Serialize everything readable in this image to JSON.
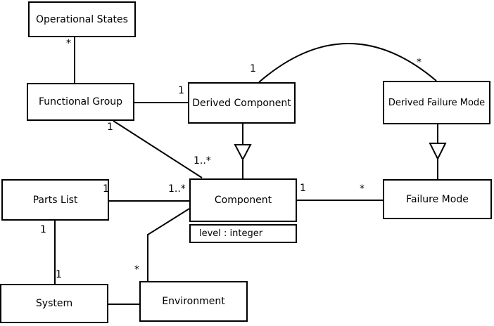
{
  "diagram": {
    "kind": "uml-class-diagram",
    "colors": {
      "background": "#ffffff",
      "line": "#000000",
      "text": "#000000"
    },
    "nodes": {
      "operational_states": {
        "label": "Operational States"
      },
      "functional_group": {
        "label": "Functional Group"
      },
      "derived_component": {
        "label": "Derived Component"
      },
      "derived_failure_mode": {
        "label": "Derived Failure Mode"
      },
      "parts_list": {
        "label": "Parts List"
      },
      "component": {
        "label": "Component",
        "attribute": "level : integer"
      },
      "failure_mode": {
        "label": "Failure Mode"
      },
      "system": {
        "label": "System"
      },
      "environment": {
        "label": "Environment"
      }
    },
    "edges": [
      {
        "from": "Operational States",
        "to": "Functional Group",
        "type": "association",
        "labels": [
          {
            "text": "*",
            "near": "Operational States"
          }
        ]
      },
      {
        "from": "Functional Group",
        "to": "Derived Component",
        "type": "association",
        "labels": [
          {
            "text": "1",
            "near": "Derived Component"
          }
        ]
      },
      {
        "from": "Functional Group",
        "to": "Component",
        "type": "association",
        "labels": [
          {
            "text": "1",
            "near": "Functional Group"
          },
          {
            "text": "1..*",
            "near": "Component"
          }
        ]
      },
      {
        "from": "Derived Component",
        "to": "Component",
        "type": "generalization",
        "labels": []
      },
      {
        "from": "Derived Component",
        "to": "Derived Failure Mode",
        "type": "association",
        "labels": [
          {
            "text": "1",
            "near": "Derived Component"
          },
          {
            "text": "*",
            "near": "Derived Failure Mode"
          }
        ]
      },
      {
        "from": "Derived Failure Mode",
        "to": "Failure Mode",
        "type": "generalization",
        "labels": []
      },
      {
        "from": "Parts List",
        "to": "Component",
        "type": "association",
        "labels": [
          {
            "text": "1",
            "near": "Parts List"
          },
          {
            "text": "1..*",
            "near": "Component"
          }
        ]
      },
      {
        "from": "Component",
        "to": "Failure Mode",
        "type": "association",
        "labels": [
          {
            "text": "1",
            "near": "Component"
          },
          {
            "text": "*",
            "near": "Failure Mode"
          }
        ]
      },
      {
        "from": "Parts List",
        "to": "System",
        "type": "association",
        "labels": [
          {
            "text": "1",
            "near": "Parts List"
          },
          {
            "text": "1",
            "near": "System"
          }
        ]
      },
      {
        "from": "Component",
        "to": "Environment",
        "type": "association",
        "labels": [
          {
            "text": "*",
            "near": "Environment"
          }
        ]
      },
      {
        "from": "System",
        "to": "Environment",
        "type": "association",
        "labels": []
      }
    ]
  }
}
